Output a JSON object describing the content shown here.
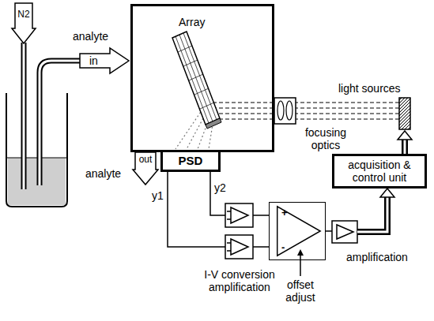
{
  "diagram": {
    "nodes": [
      {
        "text": [
          "Array"
        ]
      },
      {
        "text": [
          "PSD"
        ]
      },
      {
        "text": [
          "in"
        ]
      },
      {
        "text": [
          "out"
        ]
      },
      {
        "text": [
          "N2"
        ]
      },
      {
        "text": [
          "acquisition & control unit"
        ]
      },
      {
        "text": [
          "+",
          "-"
        ]
      }
    ],
    "labels": [
      "analyte",
      "analyte",
      "light sources",
      "focusing optics",
      "y1",
      "y2",
      "I-V conversion amplification",
      "offset adjust",
      "amplification"
    ]
  }
}
